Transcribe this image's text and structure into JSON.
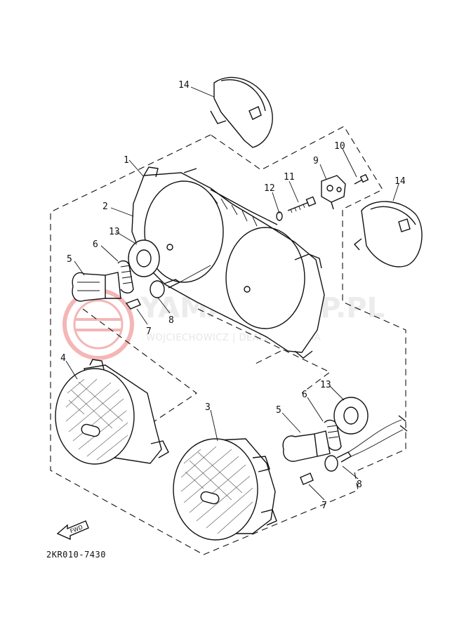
{
  "watermark": {
    "brand": "YAMA-SKLEP.PL",
    "dealer": "WOJCIECHOWICZ | DEALER YAMAHA",
    "brand_color": "#e03030"
  },
  "diagram_code": "2KR010-7430",
  "fwd_label": "FWD",
  "callouts": {
    "c1": "1",
    "c2": "2",
    "c3": "3",
    "c4": "4",
    "c5a": "5",
    "c5b": "5",
    "c6a": "6",
    "c6b": "6",
    "c7a": "7",
    "c7b": "7",
    "c8a": "8",
    "c8b": "8",
    "c9": "9",
    "c10": "10",
    "c11": "11",
    "c12": "12",
    "c13a": "13",
    "c13b": "13",
    "c14a": "14",
    "c14b": "14"
  }
}
